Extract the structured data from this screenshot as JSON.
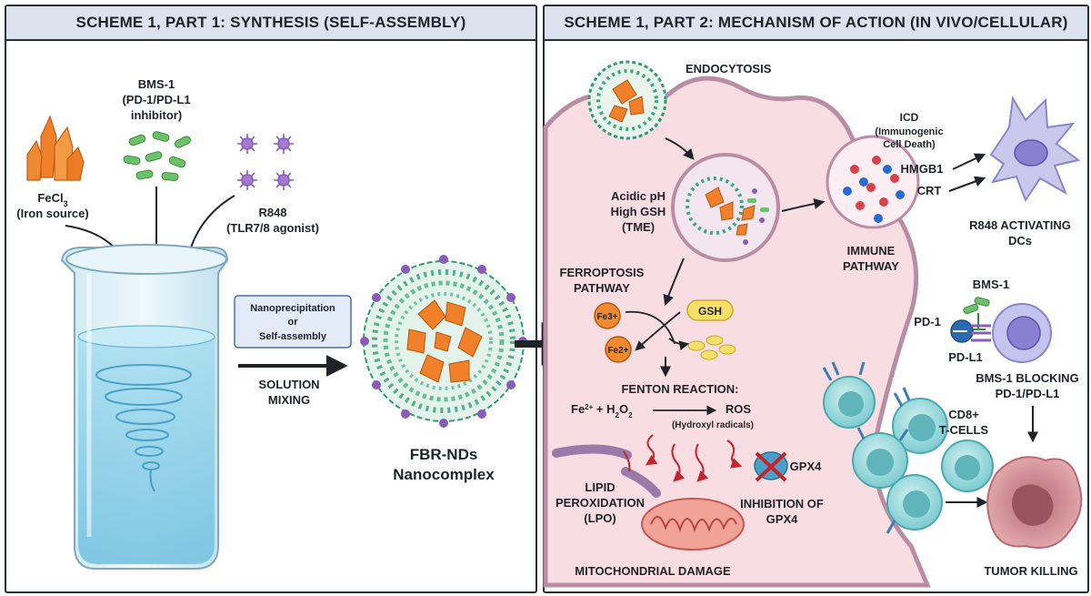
{
  "left_panel": {
    "title": "SCHEME 1, PART 1: SYNTHESIS (SELF-ASSEMBLY)",
    "fecl3": {
      "line1": "FeCl",
      "sub": "3",
      "line2": "(Iron source)"
    },
    "bms1": {
      "line1": "BMS-1",
      "line2": "(PD-1/PD-L1",
      "line3": "inhibitor)"
    },
    "r848": {
      "line1": "R848",
      "line2": "(TLR7/8 agonist)"
    },
    "process_box": {
      "line1": "Nanoprecipitation",
      "line2": "or",
      "line3": "Self-assembly"
    },
    "mixing": {
      "line1": "SOLUTION",
      "line2": "MIXING"
    },
    "product": {
      "line1": "FBR-NDs",
      "line2": "Nanocomplex"
    }
  },
  "right_panel": {
    "title": "SCHEME 1, PART 2: MECHANISM OF ACTION (IN VIVO/CELLULAR)",
    "endocytosis": "ENDOCYTOSIS",
    "tme": {
      "line1": "Acidic pH",
      "line2": "High GSH",
      "line3": "(TME)"
    },
    "icd": {
      "line1": "ICD",
      "line2": "(Immunogenic",
      "line3": "Cell Death)"
    },
    "hmgb1": "HMGB1",
    "crt": "CRT",
    "r848_dcs": {
      "line1": "R848 ACTIVATING",
      "line2": "DCs"
    },
    "immune_pathway": {
      "line1": "IMMUNE",
      "line2": "PATHWAY"
    },
    "ferroptosis": {
      "line1": "FERROPTOSIS",
      "line2": "PATHWAY"
    },
    "fe3": "Fe3+",
    "fe2": "Fe2+",
    "gsh": "GSH",
    "fenton": {
      "title": "FENTON REACTION:",
      "lhs_fe": "Fe",
      "lhs_fe_sup": "2+",
      "lhs_plus": " + H",
      "lhs_h2o2_sub1": "2",
      "lhs_o": "O",
      "lhs_h2o2_sub2": "2",
      "rhs": "ROS",
      "rhs_note": "(Hydroxyl radicals)"
    },
    "lipid": {
      "line1": "LIPID",
      "line2": "PEROXIDATION",
      "line3": "(LPO)"
    },
    "gpx4": "GPX4",
    "inhibition": {
      "line1": "INHIBITION OF",
      "line2": "GPX4"
    },
    "mito": "MITOCHONDRIAL DAMAGE",
    "bms1": "BMS-1",
    "pd1": "PD-1",
    "pdl1": "PD-L1",
    "blocking": {
      "line1": "BMS-1 BLOCKING",
      "line2": "PD-1/PD-L1"
    },
    "cd8": {
      "line1": "CD8+",
      "line2": "T-CELLS"
    },
    "tumor": "TUMOR KILLING"
  },
  "colors": {
    "header": "#dde3ee",
    "cell_membrane": "#b98ea4",
    "cell_fill": "#f8dde2",
    "crystal": "#f0802a",
    "drug_green": "#5db85a",
    "r848_purple": "#8a5bb8",
    "water": "#8fd0e8",
    "t_cell": "#8fd6d9",
    "dc": "#c9c6ec",
    "tumor": "#c9808a",
    "hmgb1_dot": "#d9424a",
    "crt_dot": "#2a6bd0",
    "arrow": "#1f2328",
    "ros_arrow": "#c4242a"
  }
}
